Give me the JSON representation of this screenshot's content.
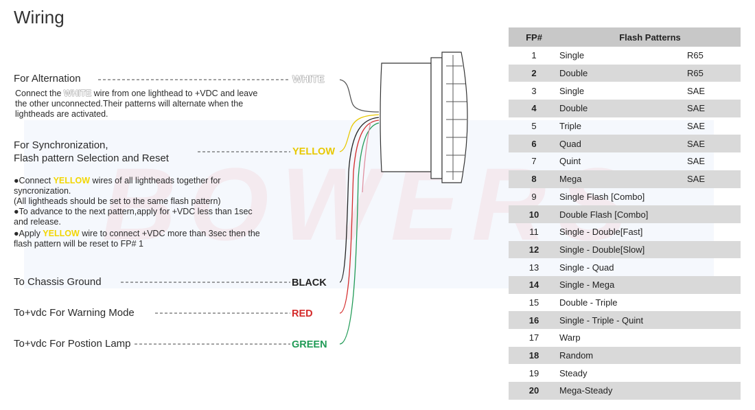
{
  "title": "Wiring",
  "watermark": "BOWERS",
  "sections": {
    "alternation": {
      "label": "For Alternation",
      "wire": "WHITE",
      "desc_pre": "Connect the ",
      "desc_hl": "WHITE",
      "desc_post": " wire from one lighthead to +VDC and leave the other unconnected.Their patterns will alternate when the lightheads are activated."
    },
    "sync": {
      "label_line1": "For Synchronization,",
      "label_line2": "Flash pattern Selection and Reset",
      "wire": "YELLOW",
      "b1_pre": "●Connect ",
      "b1_hl": "YELLOW",
      "b1_post": " wires of all lightheads together for syncronization.",
      "b1_note": "(All lightheads should be set to the same flash pattern)",
      "b2": "●To advance to the next pattern,apply for +VDC less than 1sec and release.",
      "b3_pre": "●Apply ",
      "b3_hl": "YELLOW",
      "b3_post": " wire to connect +VDC more than 3sec then the flash pattern will be reset to FP# 1"
    },
    "ground": {
      "label": "To Chassis Ground",
      "wire": "BLACK"
    },
    "warning": {
      "label": "To+vdc For Warning Mode",
      "wire": "RED"
    },
    "position": {
      "label": "To+vdc For Postion Lamp",
      "wire": "GREEN"
    }
  },
  "colors": {
    "white_wire": "#555555",
    "yellow": "#e8c800",
    "black": "#222222",
    "red": "#d42a2a",
    "green": "#1f9a55"
  },
  "table": {
    "header_num": "FP#",
    "header_name": "Flash Patterns",
    "rows": [
      {
        "num": "1",
        "name": "Single",
        "std": "R65"
      },
      {
        "num": "2",
        "name": "Double",
        "std": "R65"
      },
      {
        "num": "3",
        "name": "Single",
        "std": "SAE"
      },
      {
        "num": "4",
        "name": "Double",
        "std": "SAE"
      },
      {
        "num": "5",
        "name": "Triple",
        "std": "SAE"
      },
      {
        "num": "6",
        "name": "Quad",
        "std": "SAE"
      },
      {
        "num": "7",
        "name": "Quint",
        "std": "SAE"
      },
      {
        "num": "8",
        "name": "Mega",
        "std": "SAE"
      },
      {
        "num": "9",
        "name": "Single Flash [Combo]",
        "std": ""
      },
      {
        "num": "10",
        "name": "Double Flash [Combo]",
        "std": ""
      },
      {
        "num": "11",
        "name": "Single - Double[Fast]",
        "std": ""
      },
      {
        "num": "12",
        "name": "Single - Double[Slow]",
        "std": ""
      },
      {
        "num": "13",
        "name": "Single - Quad",
        "std": ""
      },
      {
        "num": "14",
        "name": "Single - Mega",
        "std": ""
      },
      {
        "num": "15",
        "name": "Double - Triple",
        "std": ""
      },
      {
        "num": "16",
        "name": "Single - Triple - Quint",
        "std": ""
      },
      {
        "num": "17",
        "name": "Warp",
        "std": ""
      },
      {
        "num": "18",
        "name": "Random",
        "std": ""
      },
      {
        "num": "19",
        "name": "Steady",
        "std": ""
      },
      {
        "num": "20",
        "name": "Mega-Steady",
        "std": ""
      }
    ]
  }
}
